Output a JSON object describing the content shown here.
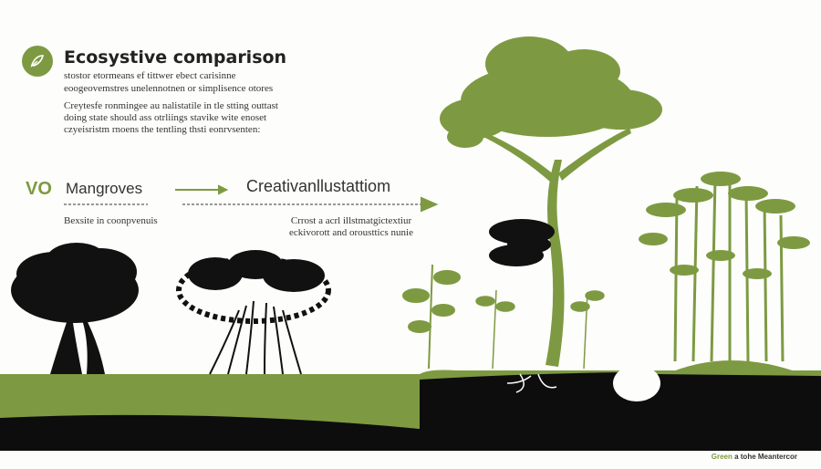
{
  "header": {
    "title": "Ecosystive comparison",
    "subtitle": "stostor etormeans ef tittwer ebect carisinne eoogeovemstres unelennotnen or simplisence otores",
    "paragraph": "Creytesfe ronmingee au nalistatile in tle stting outtast doing state should ass otrliings stavike wite enoset czyeisristm rnoens the tentling thsti eonrvsenten:",
    "icon": "leaf-in-hand-icon"
  },
  "comparison": {
    "prefix": "VO",
    "left_label": "Mangroves",
    "right_label": "Creativanllustattiom",
    "left_caption": "Bexsite in coonpvenuis",
    "right_caption": "Crrost a acrl illstmatgictextiur eckivorott and orousttics nunie"
  },
  "footer": {
    "accent": "Green",
    "text": "a tohe Meantercor"
  },
  "colors": {
    "accent": "#7d9a42",
    "ground_green": "#7d9a42",
    "ground_black": "#0d0d0d",
    "silhouette": "#111111",
    "background": "#fdfdfb"
  }
}
